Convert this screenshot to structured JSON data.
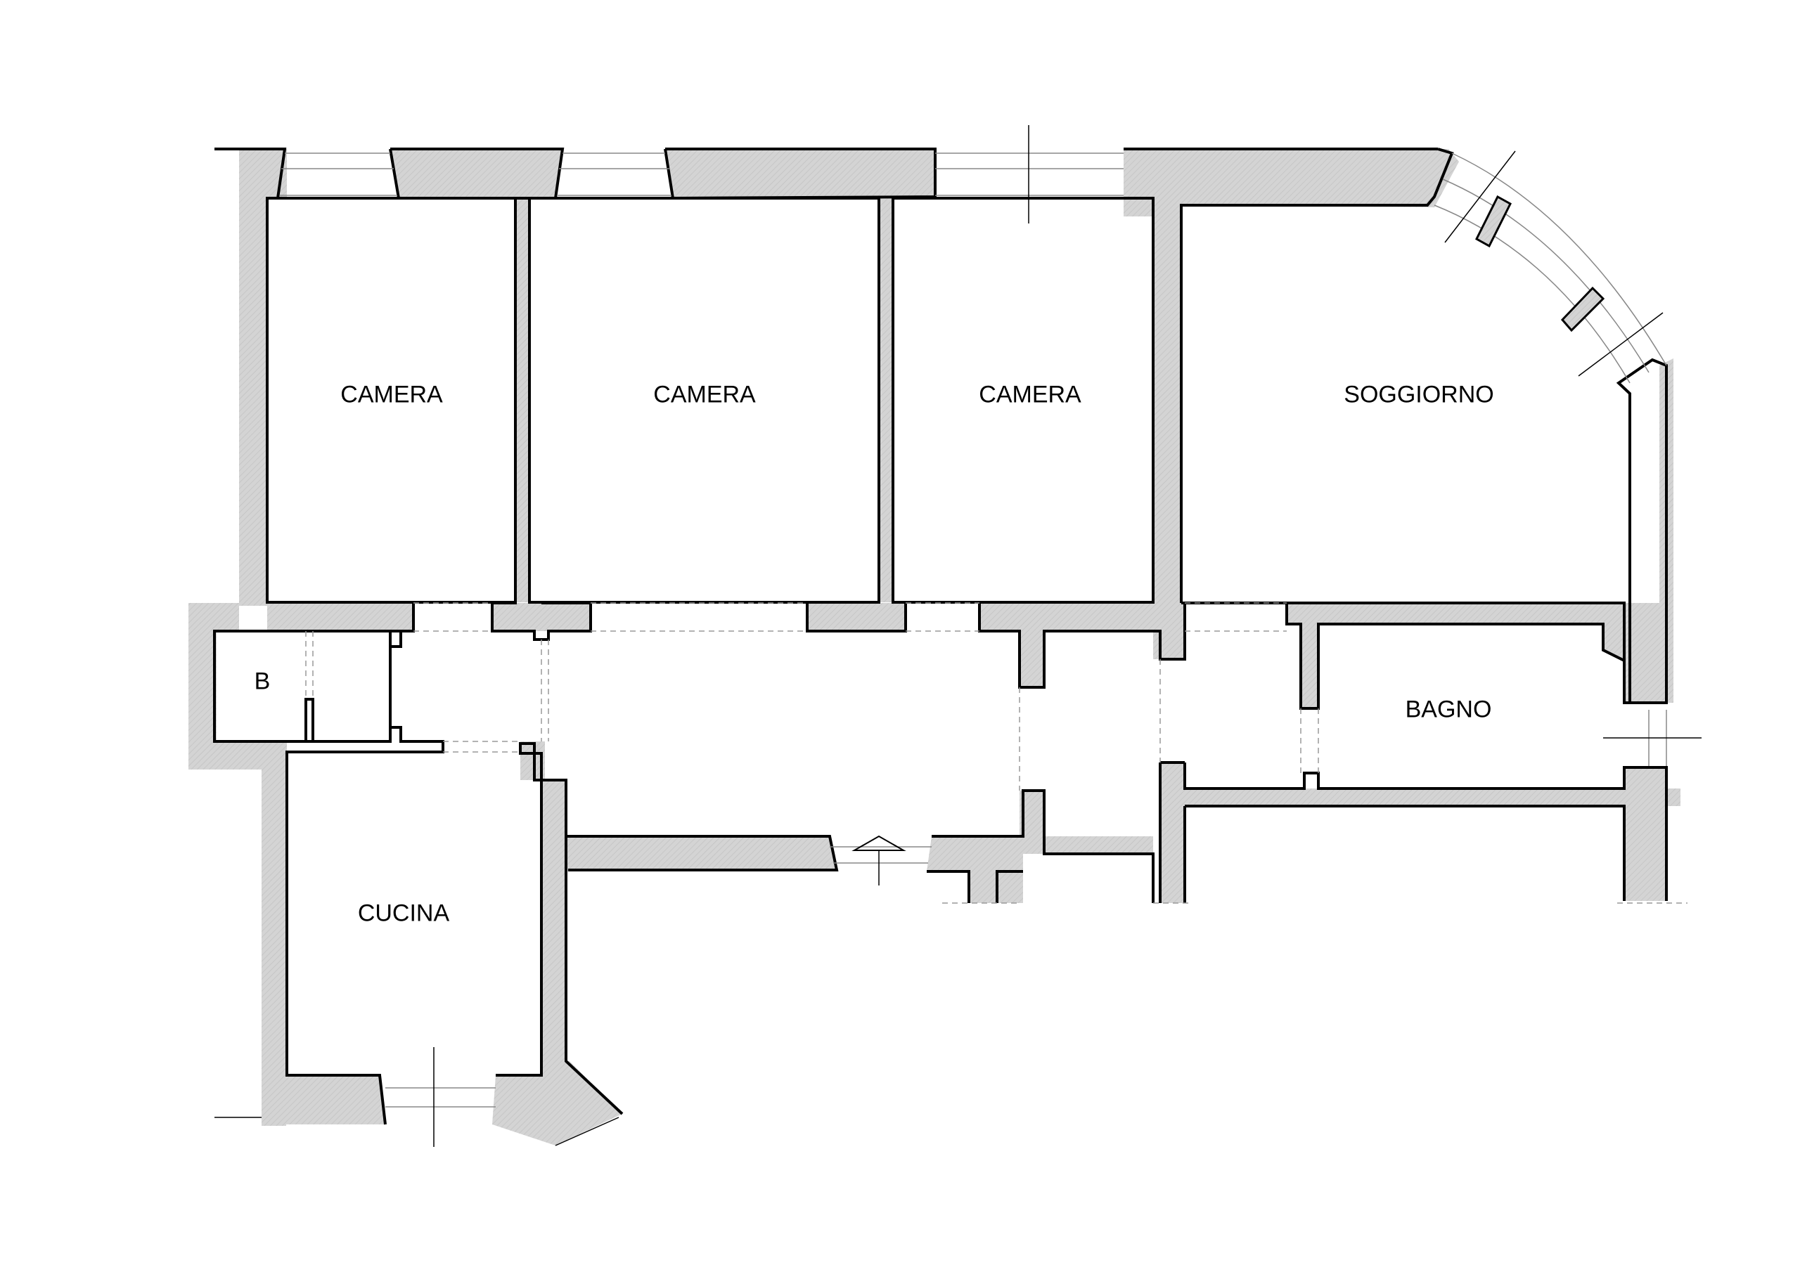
{
  "rooms": {
    "camera_1": "CAMERA",
    "camera_2": "CAMERA",
    "camera_3": "CAMERA",
    "soggiorno": "SOGGIORNO",
    "b": "B",
    "bagno": "BAGNO",
    "cucina": "CUCINA"
  },
  "colors": {
    "wall_fill": "#d5d5d5",
    "line": "#000000",
    "window_line": "#777777",
    "background": "#ffffff"
  }
}
